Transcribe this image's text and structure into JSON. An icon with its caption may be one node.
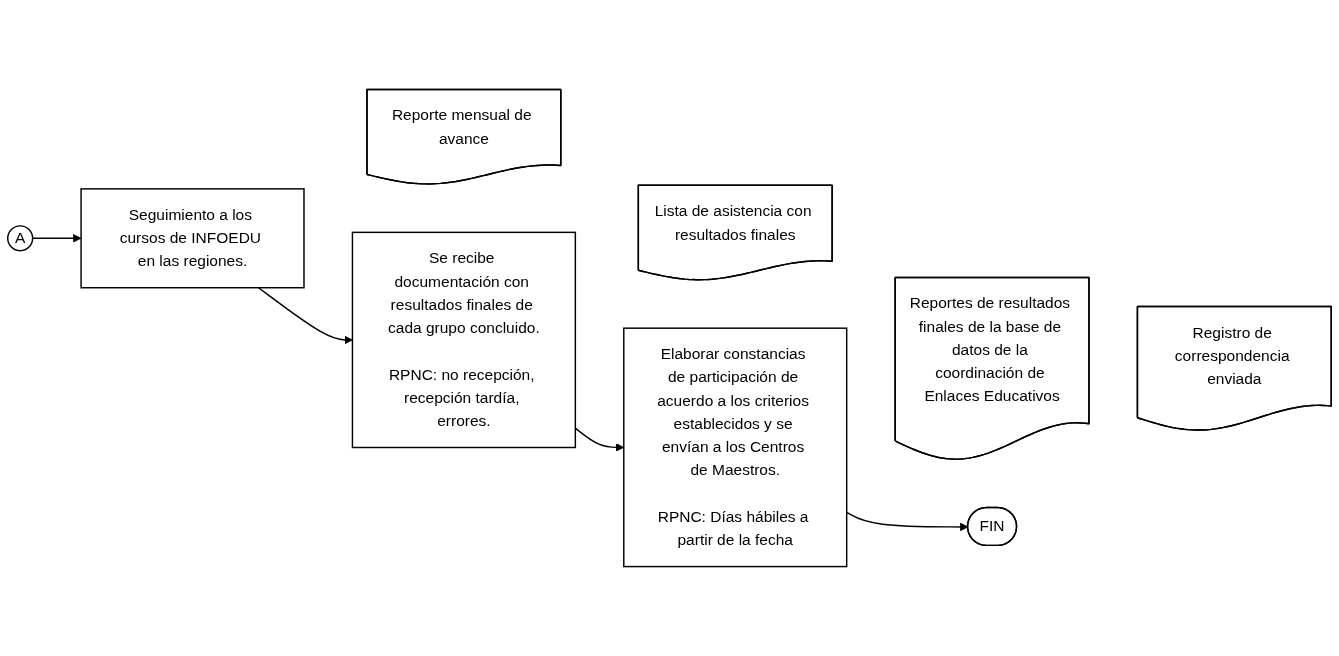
{
  "diagram": {
    "nodes": [
      {
        "text": [
          "A"
        ]
      },
      {
        "text": [
          "Seguimiento a los cursos de INFOEDU en las regiones."
        ]
      },
      {
        "text": [
          "Reporte mensual de avance"
        ]
      },
      {
        "text": [
          "Se recibe documentación con resultados finales de cada grupo concluido.",
          "RPNC: no recepción, recepción tardía, errores."
        ]
      },
      {
        "text": [
          "Lista de asistencia con resultados finales"
        ]
      },
      {
        "text": [
          "Elaborar constancias de participación de acuerdo a los criterios establecidos y se envían a los Centros de Maestros.",
          "RPNC: Días hábiles a partir de la fecha"
        ]
      },
      {
        "text": [
          "Reportes de resultados finales de la base de datos de la coordinación de Enlaces Educativos"
        ]
      },
      {
        "text": [
          "Registro de correspondencia enviada"
        ]
      },
      {
        "text": [
          "FIN"
        ]
      }
    ],
    "edges": [
      {
        "from": 0,
        "to": 1,
        "arrow": "to"
      },
      {
        "from": 1,
        "to": 3,
        "arrow": "to"
      },
      {
        "from": 3,
        "to": 5,
        "arrow": "to"
      },
      {
        "from": 5,
        "to": 8,
        "arrow": "to"
      }
    ]
  }
}
